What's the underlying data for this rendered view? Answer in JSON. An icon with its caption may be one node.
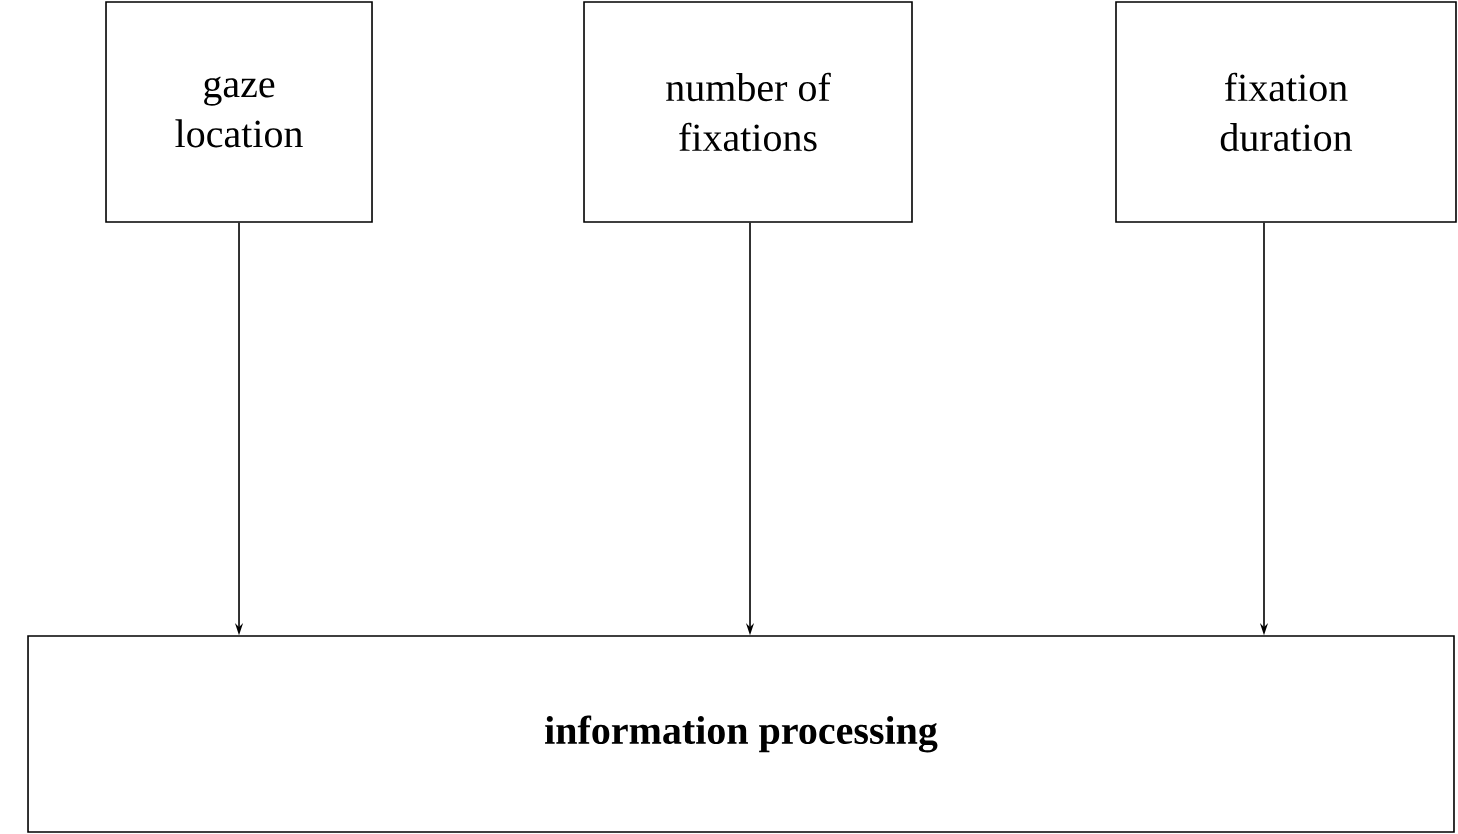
{
  "diagram": {
    "nodes": [
      {
        "text": [
          "gaze location"
        ]
      },
      {
        "text": [
          "number of fixations"
        ]
      },
      {
        "text": [
          "fixation duration"
        ]
      },
      {
        "text": [
          "information processing"
        ]
      }
    ],
    "edges": [
      {
        "from": 0,
        "to": 3,
        "arrow": "to"
      },
      {
        "from": 1,
        "to": 3,
        "arrow": "to"
      },
      {
        "from": 2,
        "to": 3,
        "arrow": "to"
      }
    ]
  }
}
